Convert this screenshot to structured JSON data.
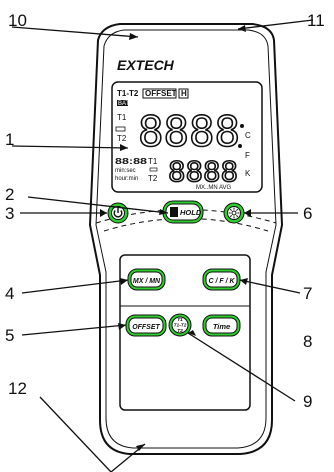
{
  "brand": "EXTECH",
  "callouts": [
    "1",
    "2",
    "3",
    "4",
    "5",
    "6",
    "7",
    "8",
    "9",
    "10",
    "11",
    "12"
  ],
  "lcd": {
    "mode_t1t2": "T1-T2",
    "mode_offset": "OFFSET",
    "mode_hold": "H",
    "bat": "BAT",
    "t1_upper": "T1",
    "t2_upper": "T2",
    "main_digits": "8888",
    "unit_c": "C",
    "unit_f": "F",
    "unit_k": "K",
    "clock_digits": "88:88",
    "t1_lower": "T1",
    "t2_lower": "T2",
    "min_sec": "min:sec",
    "hour_min": "hour:min",
    "sub_digits": "8888",
    "stats": "MX..MN AVG"
  },
  "buttons": {
    "hold": "HOLD",
    "mx_mn": "MX / MN",
    "cfk": "C / F / K",
    "offset": "OFFSET",
    "t_top": "T1",
    "t_mid": "T1-T2",
    "t_bot": "T2",
    "time": "Time"
  }
}
